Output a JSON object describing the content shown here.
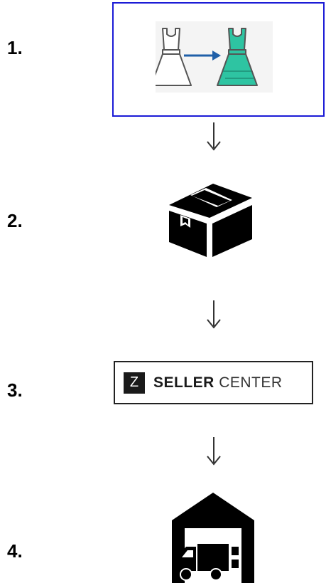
{
  "steps": [
    {
      "number": "1.",
      "icon": "dress-color-change-icon"
    },
    {
      "number": "2.",
      "icon": "package-box-icon"
    },
    {
      "number": "3.",
      "icon": "seller-center-logo"
    },
    {
      "number": "4.",
      "icon": "warehouse-truck-icon"
    }
  ],
  "logo": {
    "letter": "Z",
    "word_bold": "SELLER",
    "word_light": "CENTER"
  },
  "colors": {
    "selection_border": "#1b1bd6",
    "dress_teal": "#2ec4a2",
    "arrow_blue": "#1f5fa8"
  }
}
